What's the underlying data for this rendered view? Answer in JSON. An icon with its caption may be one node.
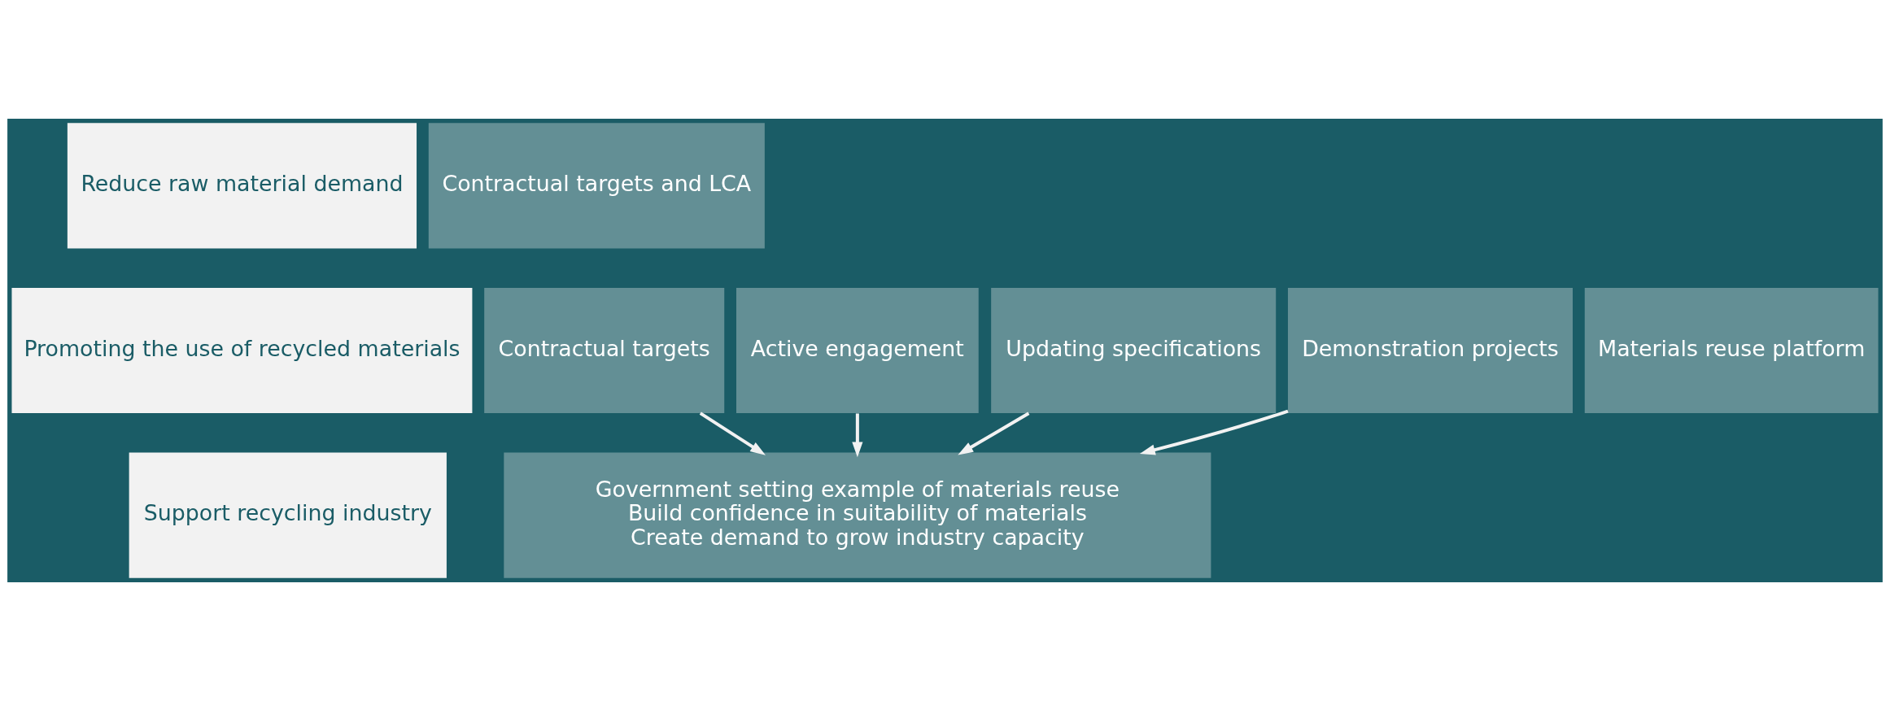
{
  "diagram": {
    "nodes": [
      {
        "text": [
          "Reduce raw material demand"
        ]
      },
      {
        "text": [
          "Contractual targets and LCA"
        ]
      },
      {
        "text": [
          "Promoting the use of recycled materials"
        ]
      },
      {
        "text": [
          "Contractual targets"
        ]
      },
      {
        "text": [
          "Active engagement"
        ]
      },
      {
        "text": [
          "Updating specifications"
        ]
      },
      {
        "text": [
          "Demonstration projects"
        ]
      },
      {
        "text": [
          "Materials reuse platform"
        ]
      },
      {
        "text": [
          "Support recycling industry"
        ]
      },
      {
        "text": [
          "Government setting example of materials reuse",
          "Build confidence in suitability of materials",
          "Create demand to grow industry capacity"
        ]
      }
    ],
    "edges": [
      {
        "from": 3,
        "to": 9,
        "arrow": "to"
      },
      {
        "from": 4,
        "to": 9,
        "arrow": "to"
      },
      {
        "from": 5,
        "to": 9,
        "arrow": "to"
      },
      {
        "from": 6,
        "to": 9,
        "arrow": "to"
      }
    ]
  }
}
